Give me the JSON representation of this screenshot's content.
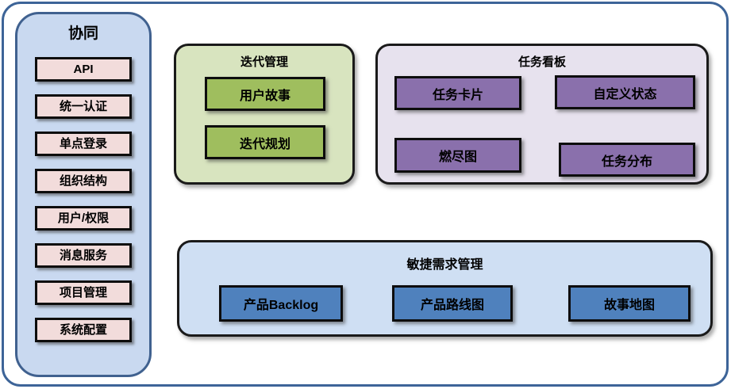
{
  "palette": {
    "outer_border": "#3d6498",
    "sidebar_fill": "#c9d9f0",
    "sidebar_border": "#40618f",
    "pink_box_fill": "#f2dcdb",
    "green_panel_fill": "#d8e4bf",
    "green_box_fill": "#9fbe5e",
    "purple_panel_fill": "#e7e2ee",
    "purple_box_fill": "#8a70ac",
    "blue_panel_fill": "#cfdff3",
    "blue_box_fill": "#4f81bd"
  },
  "sidebar": {
    "title": "协同",
    "items": [
      "API",
      "统一认证",
      "单点登录",
      "组织结构",
      "用户/权限",
      "消息服务",
      "项目管理",
      "系统配置"
    ]
  },
  "iteration_panel": {
    "title": "迭代管理",
    "items": [
      "用户故事",
      "迭代规划"
    ]
  },
  "taskboard_panel": {
    "title": "任务看板",
    "items": [
      "任务卡片",
      "自定义状态",
      "燃尽图",
      "任务分布"
    ]
  },
  "requirements_panel": {
    "title": "敏捷需求管理",
    "items": [
      "产品Backlog",
      "产品路线图",
      "故事地图"
    ]
  }
}
